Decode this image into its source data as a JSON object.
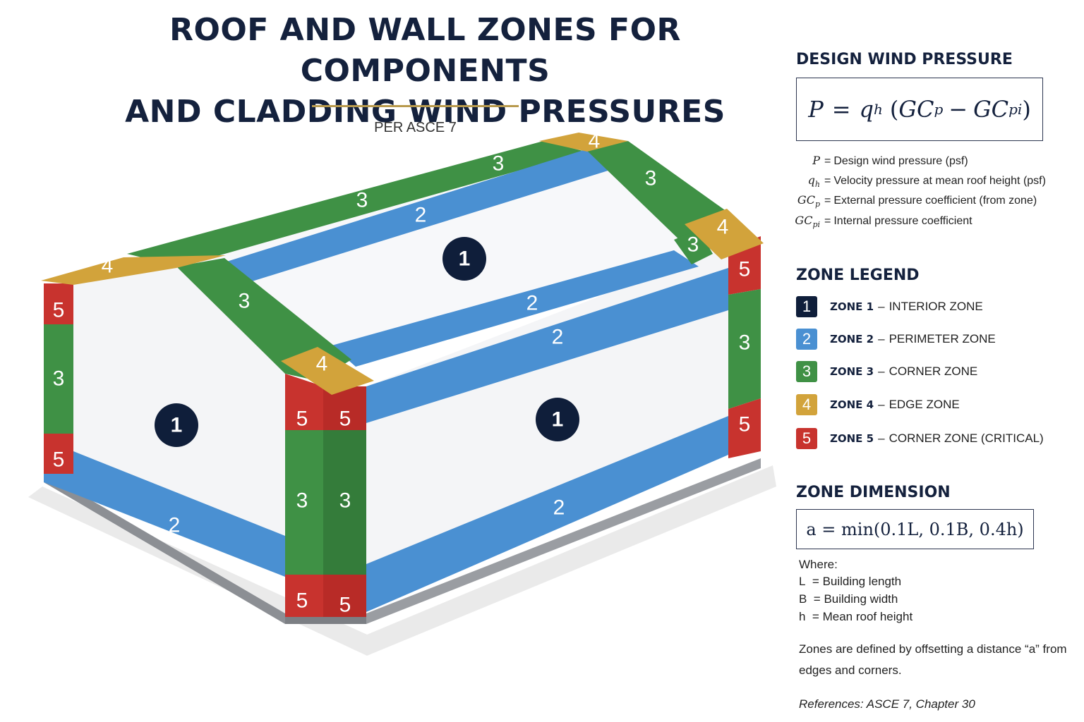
{
  "title": {
    "line1": "ROOF AND WALL ZONES FOR COMPONENTS",
    "line2": "AND CLADDING WIND PRESSURES"
  },
  "subtitle": "PER ASCE 7",
  "design_wind_pressure": {
    "heading": "DESIGN WIND PRESSURE",
    "formula": "P = qh (GCp − GCpi)",
    "formula_parts": {
      "lhs": "P",
      "eq": "=",
      "q": "q",
      "q_sub": "h",
      "open": "(",
      "gc": "GC",
      "gcp_sub": "p",
      "minus": "−",
      "gcpi_sub": "pi",
      "close": ")"
    },
    "definitions": [
      {
        "symbol": "P",
        "sub": "",
        "text": "Design wind pressure (psf)"
      },
      {
        "symbol": "q",
        "sub": "h",
        "text": "Velocity pressure at mean roof height (psf)"
      },
      {
        "symbol": "GC",
        "sub": "p",
        "text": "External pressure coefficient (from zone)"
      },
      {
        "symbol": "GC",
        "sub": "pi",
        "text": "Internal pressure coefficient"
      }
    ]
  },
  "zone_legend": {
    "heading": "ZONE LEGEND",
    "items": [
      {
        "number": "1",
        "name": "ZONE 1",
        "desc": "INTERIOR ZONE",
        "color": "#0f1e3a"
      },
      {
        "number": "2",
        "name": "ZONE 2",
        "desc": "PERIMETER ZONE",
        "color": "#4a90d2"
      },
      {
        "number": "3",
        "name": "ZONE 3",
        "desc": "CORNER ZONE",
        "color": "#3f9145"
      },
      {
        "number": "4",
        "name": "ZONE 4",
        "desc": "EDGE ZONE",
        "color": "#d2a33b"
      },
      {
        "number": "5",
        "name": "ZONE 5",
        "desc": "CORNER ZONE (CRITICAL)",
        "color": "#c8332e"
      }
    ]
  },
  "zone_dimension": {
    "heading": "ZONE DIMENSION",
    "formula": "a = min(0.1L, 0.1B, 0.4h)",
    "where": "Where:",
    "definitions": [
      {
        "symbol": "L",
        "text": "Building length"
      },
      {
        "symbol": "B",
        "text": "Building width"
      },
      {
        "symbol": "h",
        "text": "Mean roof height"
      }
    ],
    "note": "Zones are defined by offsetting a distance “a” from edges and corners."
  },
  "references": "References: ASCE 7, Chapter 30",
  "colors": {
    "zone1": "#0f1e3a",
    "zone2": "#4a90d2",
    "zone3": "#3f9145",
    "zone4": "#d2a33b",
    "zone5": "#c8332e",
    "accent_rule": "#b89a4e",
    "title": "#14213d"
  }
}
